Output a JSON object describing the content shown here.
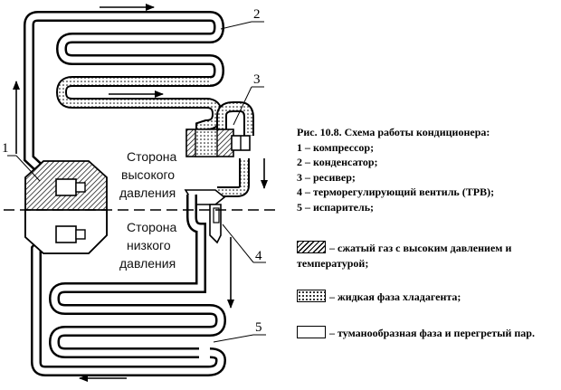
{
  "callouts": [
    "1",
    "2",
    "3",
    "4",
    "5"
  ],
  "side_high": [
    "Сторона",
    "высокого",
    "давления"
  ],
  "side_low": [
    "Сторона",
    "низкого",
    "давления"
  ],
  "caption": [
    "Рис. 10.8. Схема работы кондиционера:",
    "1 – компрессор;",
    "2 – конденсатор;",
    "3 – ресивер;",
    "4 – терморегулирующий вентиль (ТРВ);",
    "5 – испаритель;"
  ],
  "legend": [
    {
      "pattern": "hatched",
      "text": "– сжатый газ с высоким давлением и температурой;"
    },
    {
      "pattern": "dotted",
      "text": "– жидкая фаза хладагента;"
    },
    {
      "pattern": "empty",
      "text": "– туманообразная фаза и перегретый пар."
    }
  ]
}
